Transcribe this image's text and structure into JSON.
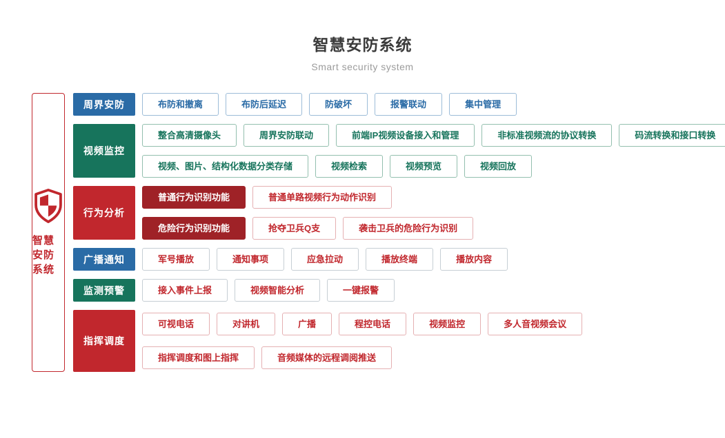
{
  "page": {
    "title": "智慧安防系统",
    "subtitle": "Smart security system"
  },
  "root": {
    "label": "智慧安防系统",
    "icon": "shield-icon"
  },
  "colors": {
    "blue": "#2a6ba6",
    "green": "#17745c",
    "red": "#c1272d",
    "dark_red": "#9f2227"
  },
  "categories": [
    {
      "label": "周界安防",
      "rows": [
        [
          "布防和撤离",
          "布防后延迟",
          "防破坏",
          "报警联动",
          "集中管理"
        ]
      ]
    },
    {
      "label": "视频监控",
      "rows": [
        [
          "整合高清摄像头",
          "周界安防联动",
          "前端IP视频设备接入和管理",
          "非标准视频流的协议转换",
          "码流转换和接口转换"
        ],
        [
          "视频、图片、结构化数据分类存储",
          "视频检索",
          "视频预览",
          "视频回放"
        ]
      ]
    },
    {
      "label": "行为分析",
      "rows": [
        [
          "普通行为识别功能",
          "普通单路视频行为动作识别"
        ],
        [
          "危险行为识别功能",
          "抢夺卫兵Q支",
          "袭击卫兵的危险行为识别"
        ]
      ]
    },
    {
      "label": "广播通知",
      "rows": [
        [
          "军号播放",
          "通知事项",
          "应急拉动",
          "播放终端",
          "播放内容"
        ]
      ]
    },
    {
      "label": "监测预警",
      "rows": [
        [
          "接入事件上报",
          "视频智能分析",
          "一键报警"
        ]
      ]
    },
    {
      "label": "指挥调度",
      "rows": [
        [
          "可视电话",
          "对讲机",
          "广播",
          "程控电话",
          "视频监控",
          "多人音视频会议"
        ],
        [
          "指挥调度和图上指挥",
          "音频媒体的远程调阅推送"
        ]
      ]
    }
  ]
}
